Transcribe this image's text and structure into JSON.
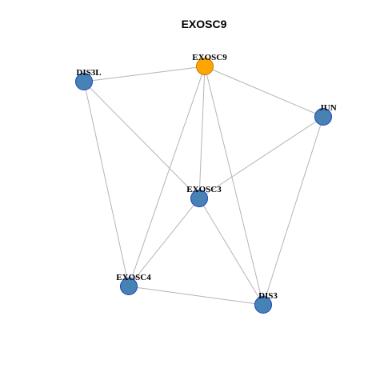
{
  "title": "EXOSC9",
  "colors": {
    "focus_fill": "#FFA500",
    "focus_stroke": "#C07800",
    "node_fill": "#4682B4",
    "node_stroke": "#1F3FBF",
    "edge": "#B4B4B4"
  },
  "nodes": [
    {
      "id": "EXOSC9",
      "label": "EXOSC9",
      "focus": true
    },
    {
      "id": "DIS3L",
      "label": "DIS3L",
      "focus": false
    },
    {
      "id": "JUN",
      "label": "JUN",
      "focus": false
    },
    {
      "id": "EXOSC3",
      "label": "EXOSC3",
      "focus": false
    },
    {
      "id": "EXOSC4",
      "label": "EXOSC4",
      "focus": false
    },
    {
      "id": "DIS3",
      "label": "DIS3",
      "focus": false
    }
  ],
  "edges": [
    [
      "EXOSC9",
      "DIS3L"
    ],
    [
      "EXOSC9",
      "JUN"
    ],
    [
      "EXOSC9",
      "EXOSC3"
    ],
    [
      "EXOSC9",
      "EXOSC4"
    ],
    [
      "EXOSC9",
      "DIS3"
    ],
    [
      "DIS3L",
      "EXOSC3"
    ],
    [
      "DIS3L",
      "EXOSC4"
    ],
    [
      "JUN",
      "EXOSC3"
    ],
    [
      "JUN",
      "DIS3"
    ],
    [
      "EXOSC3",
      "EXOSC4"
    ],
    [
      "EXOSC3",
      "DIS3"
    ],
    [
      "EXOSC4",
      "DIS3"
    ]
  ]
}
